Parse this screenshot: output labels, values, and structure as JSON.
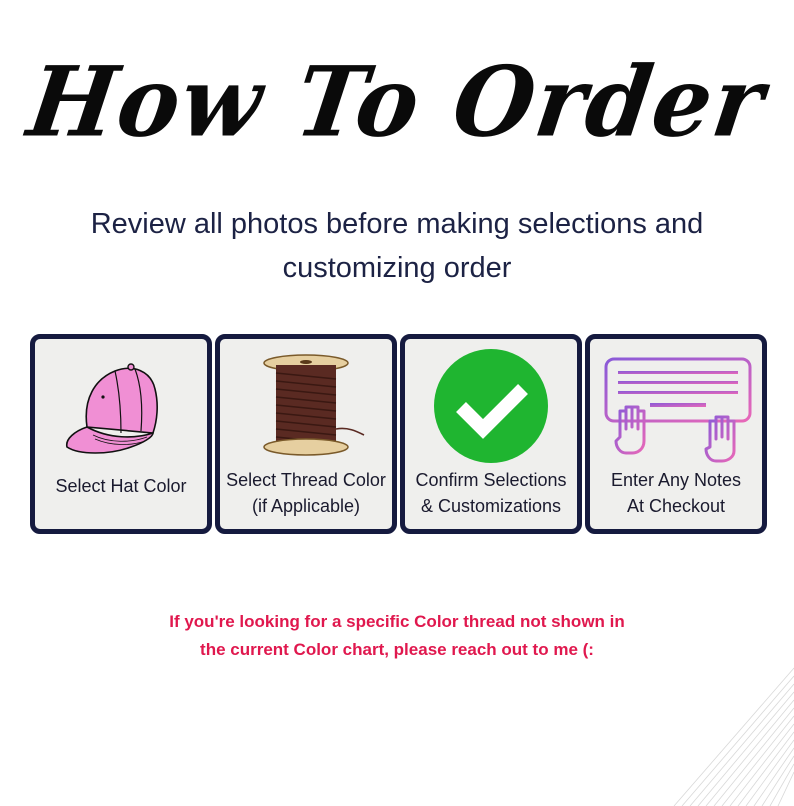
{
  "title": "How To Order",
  "subtitle": {
    "line1": "Review all photos before making selections and",
    "line2": "customizing order"
  },
  "steps": [
    {
      "icon": "baseball-cap-icon",
      "line1": "Select Hat Color",
      "line2": ""
    },
    {
      "icon": "thread-spool-icon",
      "line1": "Select Thread Color",
      "line2": "(if Applicable)"
    },
    {
      "icon": "checkmark-circle-icon",
      "line1": "Confirm Selections",
      "line2": "& Customizations"
    },
    {
      "icon": "keyboard-typing-icon",
      "line1": "Enter Any Notes",
      "line2": "At Checkout"
    }
  ],
  "note": {
    "line1": "If you're looking for a specific Color thread not shown in",
    "line2": "the current Color chart, please reach out to me (:"
  },
  "colors": {
    "card_border": "#151a3f",
    "card_bg": "#efefed",
    "note_text": "#e0184e",
    "check_green": "#1fb530",
    "cap_pink": "#f08fd4"
  }
}
